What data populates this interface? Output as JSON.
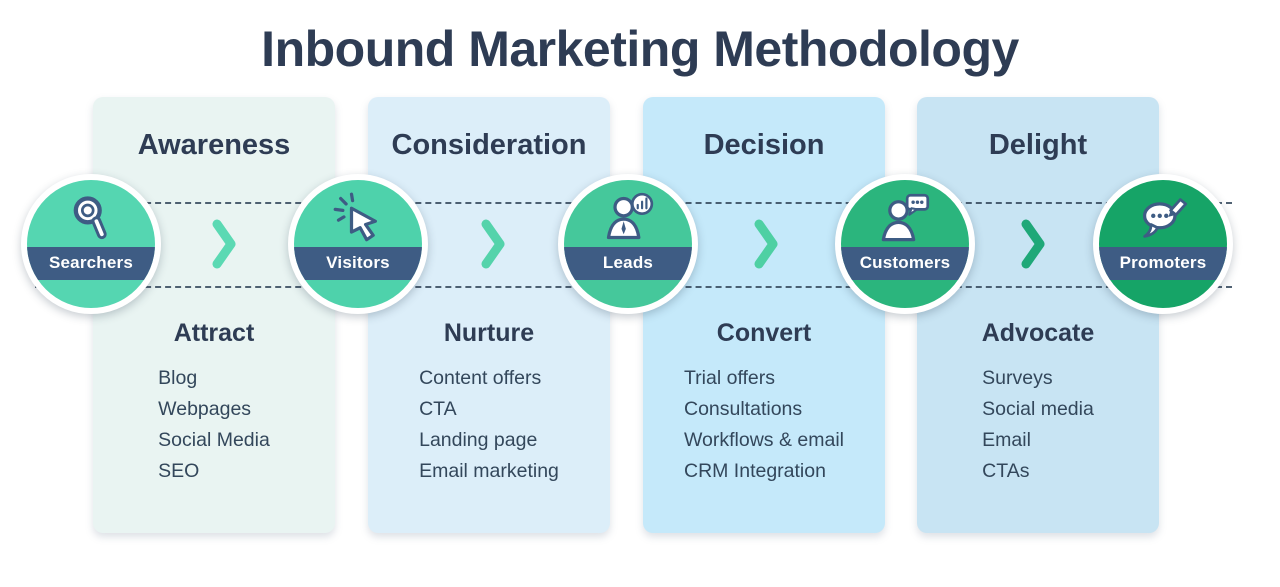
{
  "title": "Inbound Marketing Methodology",
  "colors": {
    "heading_text": "#2e3c54",
    "list_text": "#33475b",
    "band_navy": "#3e5c84",
    "band_text": "#ffffff",
    "dashed_line": "#33475b",
    "page_background": "#ffffff"
  },
  "stages": [
    {
      "name": "Awareness",
      "action": "Attract",
      "items": [
        "Blog",
        "Webpages",
        "Social Media",
        "SEO"
      ],
      "card_bg": "#e9f4f2"
    },
    {
      "name": "Consideration",
      "action": "Nurture",
      "items": [
        "Content offers",
        "CTA",
        "Landing page",
        "Email marketing"
      ],
      "card_bg": "#dceef9"
    },
    {
      "name": "Decision",
      "action": "Convert",
      "items": [
        "Trial offers",
        "Consultations",
        "Workflows & email",
        "CRM Integration"
      ],
      "card_bg": "#c5e9fa"
    },
    {
      "name": "Delight",
      "action": "Advocate",
      "items": [
        "Surveys",
        "Social media",
        "Email",
        "CTAs"
      ],
      "card_bg": "#c8e4f3"
    }
  ],
  "personas": [
    {
      "label": "Searchers",
      "icon": "magnifier-icon",
      "circle_color": "#55d6b1"
    },
    {
      "label": "Visitors",
      "icon": "cursor-click-icon",
      "circle_color": "#4ed2ab"
    },
    {
      "label": "Leads",
      "icon": "person-chart-icon",
      "circle_color": "#45c89b"
    },
    {
      "label": "Customers",
      "icon": "person-chat-icon",
      "circle_color": "#2bb57d"
    },
    {
      "label": "Promoters",
      "icon": "pencil-speech-icon",
      "circle_color": "#16a467"
    }
  ],
  "arrows": [
    {
      "color": "#5bd9b3"
    },
    {
      "color": "#54d3ab"
    },
    {
      "color": "#4ed0a3"
    },
    {
      "color": "#1fa878"
    }
  ]
}
